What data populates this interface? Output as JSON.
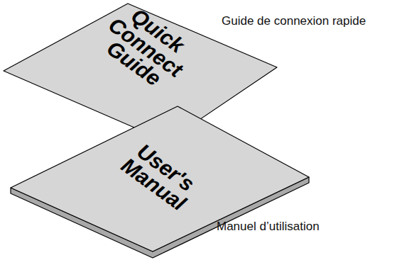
{
  "diagram": {
    "nodes": [
      {
        "text": [
          "Quick Connect Guide"
        ]
      },
      {
        "text": [
          "User's Manual"
        ]
      }
    ],
    "labels": [
      "Guide de connexion rapide",
      "Manuel d’utilisation"
    ]
  }
}
